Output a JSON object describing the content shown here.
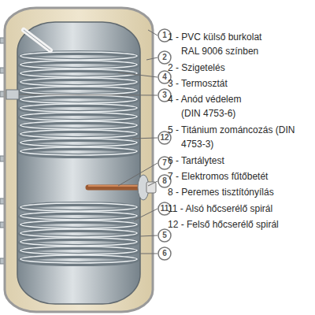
{
  "diagram": {
    "nodes": [
      {
        "text": [
          "1"
        ]
      },
      {
        "text": [
          "2"
        ]
      },
      {
        "text": [
          "4"
        ]
      },
      {
        "text": [
          "3"
        ]
      },
      {
        "text": [
          "12"
        ]
      },
      {
        "text": [
          "7"
        ]
      },
      {
        "text": [
          "8"
        ]
      },
      {
        "text": [
          "11"
        ]
      },
      {
        "text": [
          "5"
        ]
      },
      {
        "text": [
          "6"
        ]
      }
    ],
    "labels": [
      "1 - PVC külső burkolat RAL 9006 színben",
      "2 - Szigetelés",
      "3 - Termosztát",
      "4 - Anód védelem (DIN 4753-6)",
      "5 - Titánium zománcozás (DIN 4753-3)",
      "6 - Tartálytest",
      "7 - Elektromos fűtőbetét",
      "8 - Peremes tisztítónyílás",
      "11 - Alsó hőcserélő spirál",
      "12 - Felső hőcserélő spirál"
    ]
  }
}
